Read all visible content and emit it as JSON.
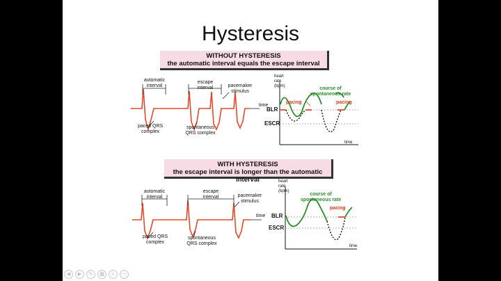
{
  "slide": {
    "title": "Hysteresis"
  },
  "top_panel": {
    "banner_title": "WITHOUT HYSTERESIS",
    "banner_subtitle": "the automatic interval equals the escape interval",
    "automatic_interval": "automatic\ninterval",
    "escape_interval": "escape\ninterval",
    "pacemaker_stimulus": "pacemaker\nstimulus",
    "time": "time",
    "paced_qrs": "paced QRS\ncomplex",
    "spontaneous_qrs": "spontaneous\nQRS complex",
    "heart_rate": "heart\nrate\n(bpm)",
    "course": "course of\nspontaneous rate",
    "pacing1": "pacing",
    "pacing2": "pacing",
    "blr": "BLR",
    "escr": "ESCR",
    "graph_time": "time"
  },
  "bottom_panel": {
    "banner_title": "WITH HYSTERESIS",
    "banner_subtitle": "the escape interval is longer than the automatic interval",
    "automatic_interval": "automatic\ninterval",
    "escape_interval": "escape\ninterval",
    "pacemaker_stimulus": "pacemaker\nstimulus",
    "time": "time",
    "paced_qrs": "paced QRS\ncomplex",
    "spontaneous_qrs": "spontaneous\nQRS complex",
    "heart_rate": "heart\nrate\n(bpm)",
    "course": "course of\nspontaneous rate",
    "pacing": "pacing",
    "blr": "BLR",
    "escr": "ESCR",
    "graph_time": "time"
  },
  "colors": {
    "ecg": "#e0482a",
    "pacing": "#e0482a",
    "spontaneous": "#2e8b2e",
    "dotted": "#111111",
    "banner_bg": "#f7dce6"
  },
  "toolbar": {
    "icons": [
      "prev-icon",
      "next-icon",
      "pen-icon",
      "slides-icon",
      "zoom-icon",
      "more-icon"
    ]
  }
}
